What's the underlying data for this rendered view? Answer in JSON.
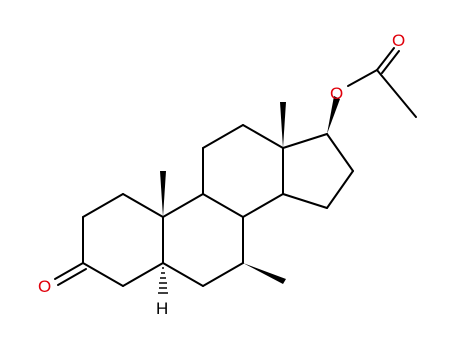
{
  "colors": {
    "bond": "#000000",
    "oxygen": "#e0000b",
    "hydrogen": "#000000",
    "background": "#ffffff"
  },
  "atoms": {
    "ketone_oxygen": "O",
    "ester_ring_oxygen": "O",
    "carbonyl_oxygen": "O",
    "alpha_hydrogen": "H"
  }
}
